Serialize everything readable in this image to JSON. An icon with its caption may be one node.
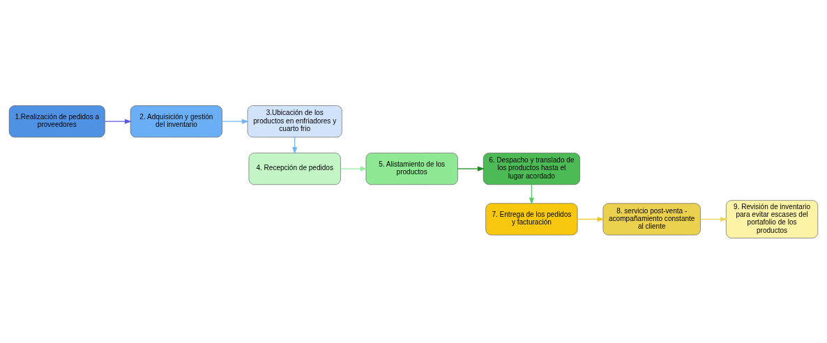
{
  "diagram": {
    "nodes": [
      {
        "text": [
          "1.Realización de pedidos a proveedores"
        ]
      },
      {
        "text": [
          "2. Adquisición y gestión del inventario"
        ]
      },
      {
        "text": [
          "3.Ubicación de los productos en enfriadores y cuarto frio"
        ]
      },
      {
        "text": [
          "4. Recepción de pedidos"
        ]
      },
      {
        "text": [
          "5. Alistamiento de los productos"
        ]
      },
      {
        "text": [
          "6. Despacho y translado de los productos hasta el lugar acordado"
        ]
      },
      {
        "text": [
          "7. Entrega de los pedidos y facturación"
        ]
      },
      {
        "text": [
          "8. servicio post-venta - acompañamiento constante al cliente"
        ]
      },
      {
        "text": [
          "9. Revisión de inventario para evitar escases del portafolio de los productos"
        ]
      }
    ],
    "edges": [
      {
        "from": 0,
        "to": 1,
        "arrow": "to",
        "color": "#5a5ae8"
      },
      {
        "from": 1,
        "to": 2,
        "arrow": "to",
        "color": "#72b4f4"
      },
      {
        "from": 2,
        "to": 3,
        "arrow": "to",
        "color": "#72b4f4"
      },
      {
        "from": 3,
        "to": 4,
        "arrow": "to",
        "color": "#96ec9c"
      },
      {
        "from": 4,
        "to": 5,
        "arrow": "to",
        "color": "#1a8a1a"
      },
      {
        "from": 5,
        "to": 6,
        "arrow": "to",
        "color": "#5cc865"
      },
      {
        "from": 6,
        "to": 7,
        "arrow": "to",
        "color": "#f2c520"
      },
      {
        "from": 7,
        "to": 8,
        "arrow": "to",
        "color": "#f0d44c"
      }
    ]
  }
}
